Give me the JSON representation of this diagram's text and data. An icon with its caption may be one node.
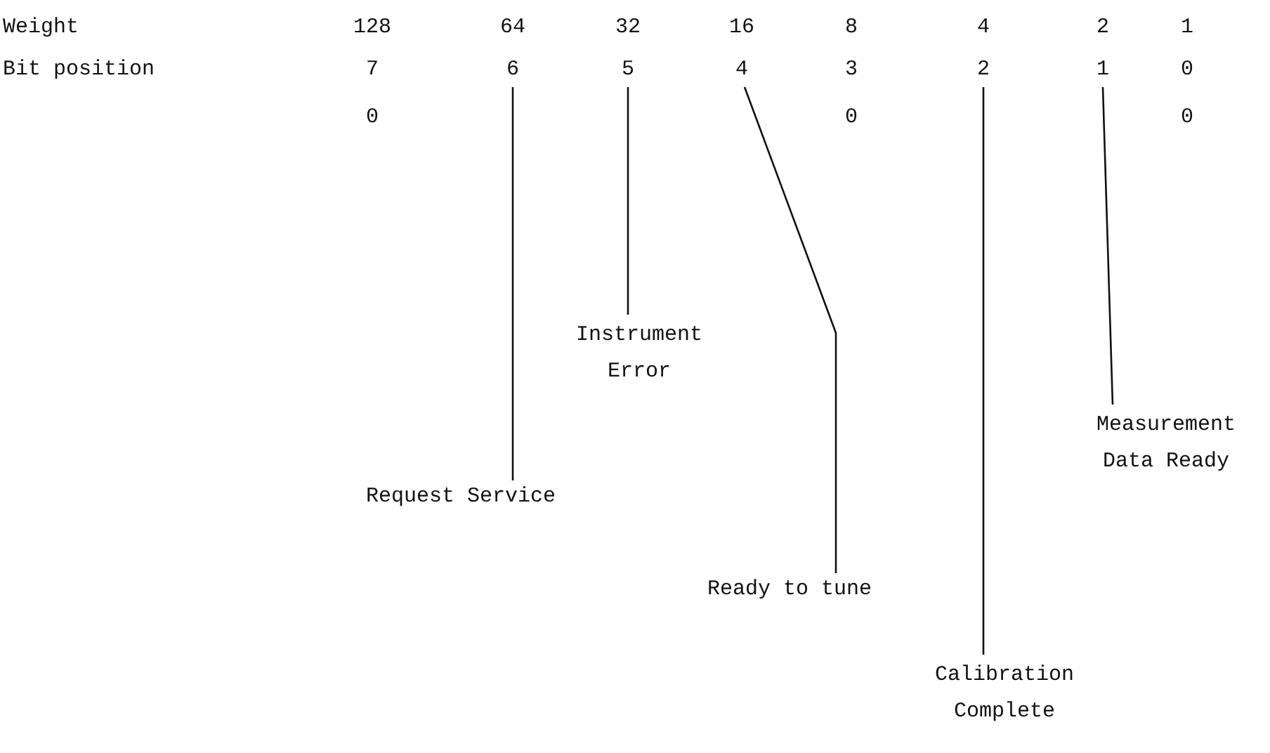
{
  "diagram": {
    "nodes": [
      {
        "text": [
          "6"
        ]
      },
      {
        "text": [
          "5"
        ]
      },
      {
        "text": [
          "4"
        ]
      },
      {
        "text": [
          "2"
        ]
      },
      {
        "text": [
          "1"
        ]
      },
      {
        "text": [
          "Instrument Error"
        ]
      },
      {
        "text": [
          "Measurement Data Ready"
        ]
      },
      {
        "text": [
          "Request Service"
        ]
      },
      {
        "text": [
          "Ready to tune"
        ]
      },
      {
        "text": [
          "Calibration Complete"
        ]
      }
    ],
    "edges": [
      {
        "from": 7,
        "to": 0,
        "arrow": "none"
      },
      {
        "from": 5,
        "to": 1,
        "arrow": "none"
      },
      {
        "from": 8,
        "to": 2,
        "arrow": "none"
      },
      {
        "from": 9,
        "to": 3,
        "arrow": "none"
      },
      {
        "from": 6,
        "to": 4,
        "arrow": "none"
      }
    ],
    "labels": [
      "Weight",
      "128",
      "64",
      "32",
      "16",
      "8",
      "4",
      "2",
      "1",
      "Bit position",
      "7",
      "3",
      "0",
      "0",
      "0",
      "0"
    ]
  }
}
